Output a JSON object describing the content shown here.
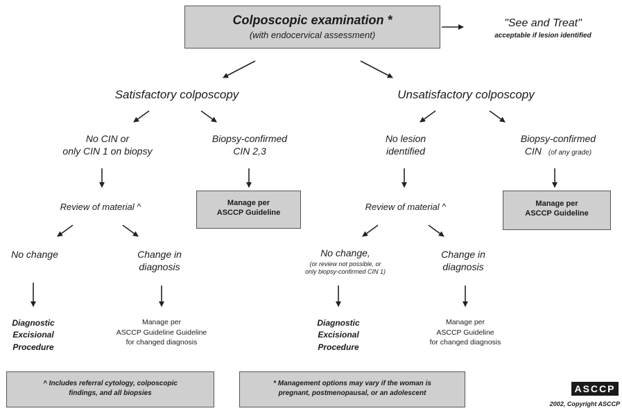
{
  "top": {
    "title": "Colposcopic examination *",
    "subtitle": "(with endocervical assessment)"
  },
  "see_treat": {
    "title": "\"See and Treat\"",
    "subtitle": "acceptable if lesion identified"
  },
  "left": {
    "heading": "Satisfactory colposcopy",
    "no_cin": [
      "No CIN or",
      "only CIN 1 on biopsy"
    ],
    "biopsy": [
      "Biopsy-confirmed",
      "CIN 2,3"
    ],
    "manage_box": [
      "Manage per",
      "ASCCP Guideline"
    ],
    "review": "Review of material ^",
    "no_change": "No change",
    "change": [
      "Change in",
      "diagnosis"
    ],
    "diag_proc": [
      "Diagnostic",
      "Excisional",
      "Procedure"
    ],
    "manage_changed": [
      "Manage per",
      "ASCCP Guideline Guideline",
      "for changed diagnosis"
    ]
  },
  "right": {
    "heading": "Unsatisfactory colposcopy",
    "no_lesion": [
      "No lesion",
      "identified"
    ],
    "biopsy": [
      "Biopsy-confirmed",
      "CIN",
      "(of any grade)"
    ],
    "manage_box": [
      "Manage per",
      "ASCCP Guideline"
    ],
    "review": "Review of material ^",
    "no_change": "No change,",
    "no_change_note": [
      "(or review not possible, or",
      "only biopsy-confirmed CIN 1)"
    ],
    "change": [
      "Change in",
      "diagnosis"
    ],
    "diag_proc": [
      "Diagnostic",
      "Excisional",
      "Procedure"
    ],
    "manage_changed": [
      "Manage per",
      "ASCCP Guideline",
      "for changed diagnosis"
    ]
  },
  "footnotes": {
    "review": [
      "^ Includes referral cytology, colposcopic",
      "findings, and all biopsies"
    ],
    "management": [
      "* Management options may vary if the woman is",
      "pregnant, postmenopausal, or an adolescent"
    ]
  },
  "logo": "ASCCP",
  "copyright": "2002, Copyright ASCCP"
}
